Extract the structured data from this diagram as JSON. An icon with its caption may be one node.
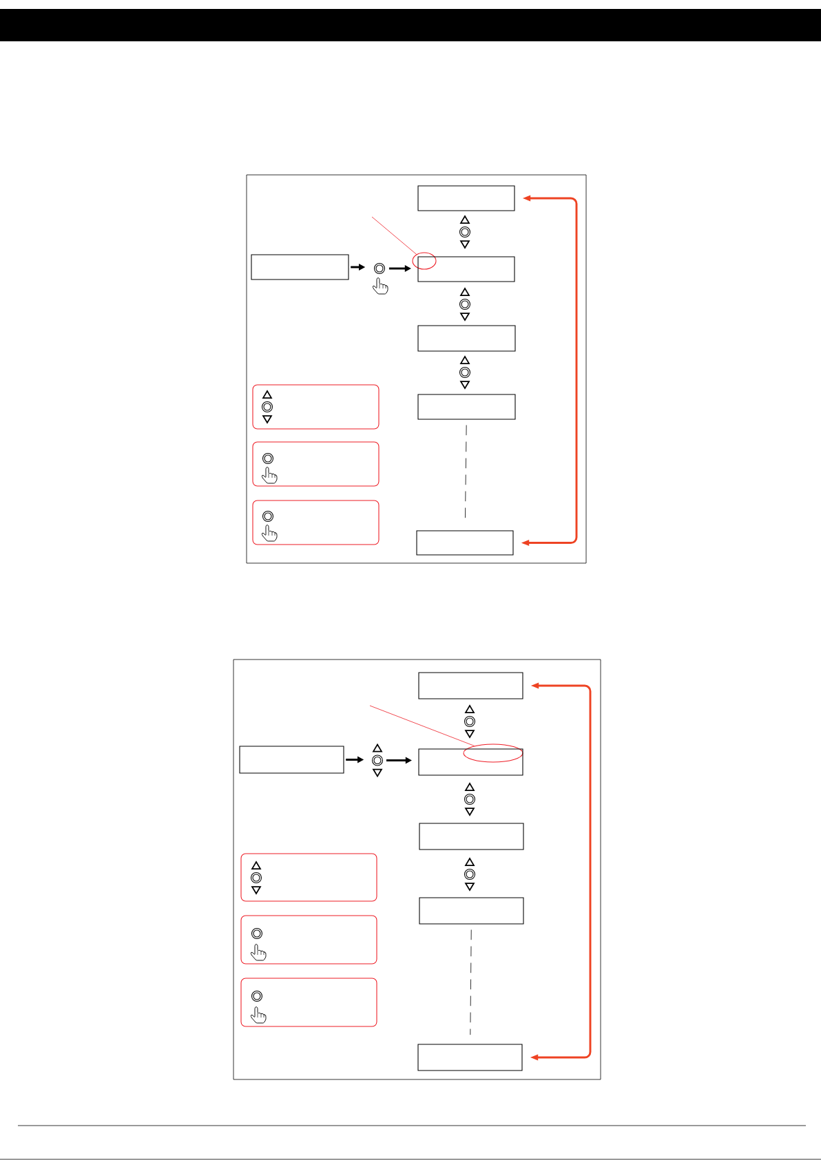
{
  "diagram": {
    "nodes": [
      {
        "text": [],
        "shape": "box"
      },
      {
        "text": [],
        "shape": "ellipse"
      },
      {
        "text": [],
        "shape": "box"
      },
      {
        "text": [],
        "shape": "button"
      },
      {
        "text": [],
        "shape": "box"
      },
      {
        "text": [],
        "shape": "box"
      },
      {
        "text": [],
        "shape": "box"
      },
      {
        "text": [],
        "shape": "box"
      },
      {
        "text": [],
        "shape": "box"
      },
      {
        "text": [],
        "shape": "box"
      },
      {
        "text": [],
        "shape": "box"
      },
      {
        "text": [],
        "shape": "box"
      },
      {
        "text": [],
        "shape": "ellipse"
      },
      {
        "text": [],
        "shape": "box"
      },
      {
        "text": [],
        "shape": "keypad"
      },
      {
        "text": [],
        "shape": "box"
      },
      {
        "text": [],
        "shape": "box"
      },
      {
        "text": [],
        "shape": "box"
      },
      {
        "text": [],
        "shape": "box"
      },
      {
        "text": [],
        "shape": "box"
      },
      {
        "text": [],
        "shape": "box"
      },
      {
        "text": [],
        "shape": "box"
      }
    ],
    "edges": [
      {
        "from": 2,
        "to": 3,
        "arrow": "to"
      },
      {
        "from": 3,
        "to": 4,
        "arrow": "to"
      },
      {
        "from": null,
        "to": 1,
        "arrow": "none",
        "color": "#ee1c25"
      },
      {
        "from": 7,
        "to": 10,
        "arrow": "none",
        "style": "dashed"
      },
      {
        "from": 10,
        "to": 0,
        "arrow": "both",
        "color": "#ee4323"
      },
      {
        "from": 13,
        "to": 14,
        "arrow": "to"
      },
      {
        "from": 14,
        "to": 15,
        "arrow": "to"
      },
      {
        "from": null,
        "to": 12,
        "arrow": "none",
        "color": "#ee1c25"
      },
      {
        "from": 18,
        "to": 21,
        "arrow": "none",
        "style": "dashed"
      },
      {
        "from": 21,
        "to": 11,
        "arrow": "both",
        "color": "#ee4323"
      }
    ]
  }
}
